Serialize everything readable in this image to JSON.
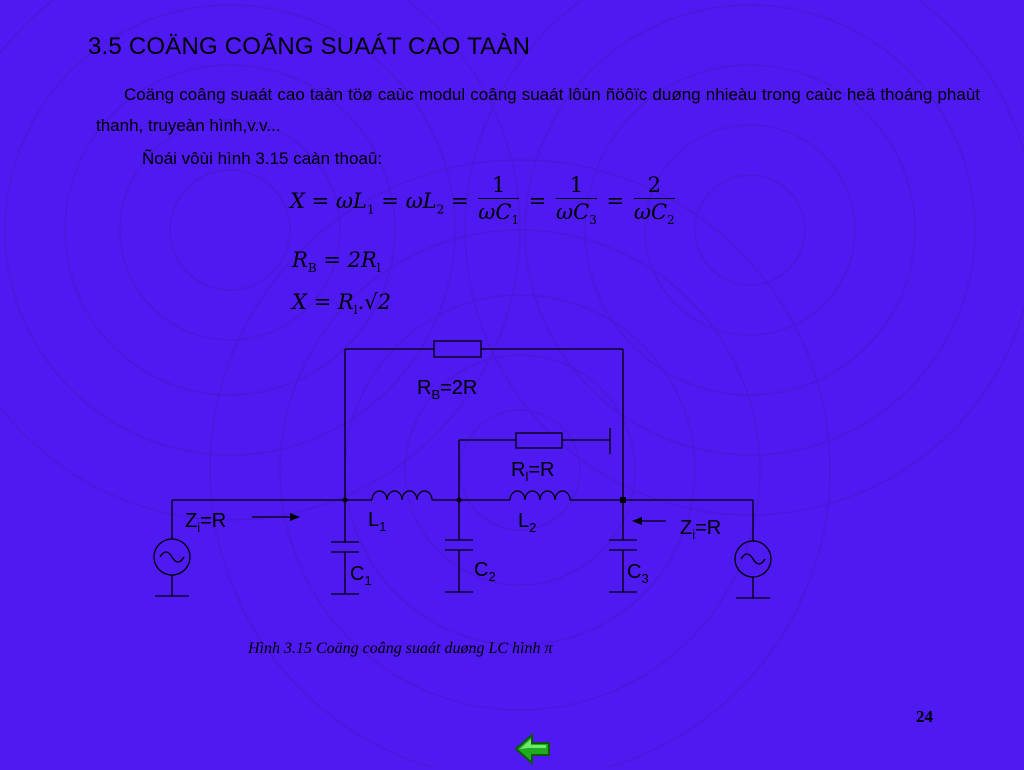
{
  "slide": {
    "title": "3.5 COÄNG COÂNG SUAÁT CAO TAÀN",
    "paragraph": "Coäng coâng suaát cao taàn töø caùc modul coâng suaát lôùn ñöôïc duøng nhieàu trong caùc heä thoáng phaùt thanh, truyeàn hình,v.v...",
    "intro": "Ñoái vôùi hình 3.15 caàn thoaû:",
    "caption": "Hình 3.15 Coäng coâng suaát duøng LC hình π",
    "page_number": "24",
    "background_color": "#4f19f1"
  },
  "equations": {
    "eq1_lhs": "X = ωL",
    "eq1_mid": "= ωL",
    "eq1_frac1_num": "1",
    "eq1_frac1_den": "ωC",
    "eq1_frac2_num": "1",
    "eq1_frac2_den": "ωC",
    "eq1_frac3_num": "2",
    "eq1_frac3_den": "ωC",
    "sub_1": "1",
    "sub_2": "2",
    "sub_3": "3",
    "eq2": "R",
    "eq2_sub": "B",
    "eq2_rhs": "= 2R",
    "eq2_rhs_sub": "l",
    "eq3_lhs": "X = R",
    "eq3_sub": "l",
    "eq3_rhs": ".√2"
  },
  "circuit": {
    "rb_label": "R",
    "rb_sub": "B",
    "rb_value": "=2R",
    "rl_label": "R",
    "rl_sub": "l",
    "rl_value": "=R",
    "zi_left": "Z",
    "zi_left_sub": "i",
    "zi_left_value": "=R",
    "zi_right": "Z",
    "zi_right_sub": "i",
    "zi_right_value": "=R",
    "l1": "L",
    "l1_sub": "1",
    "l2": "L",
    "l2_sub": "2",
    "c1": "C",
    "c1_sub": "1",
    "c2": "C",
    "c2_sub": "2",
    "c3": "C",
    "c3_sub": "3"
  },
  "icons": {
    "back_arrow": "back-arrow-icon"
  }
}
